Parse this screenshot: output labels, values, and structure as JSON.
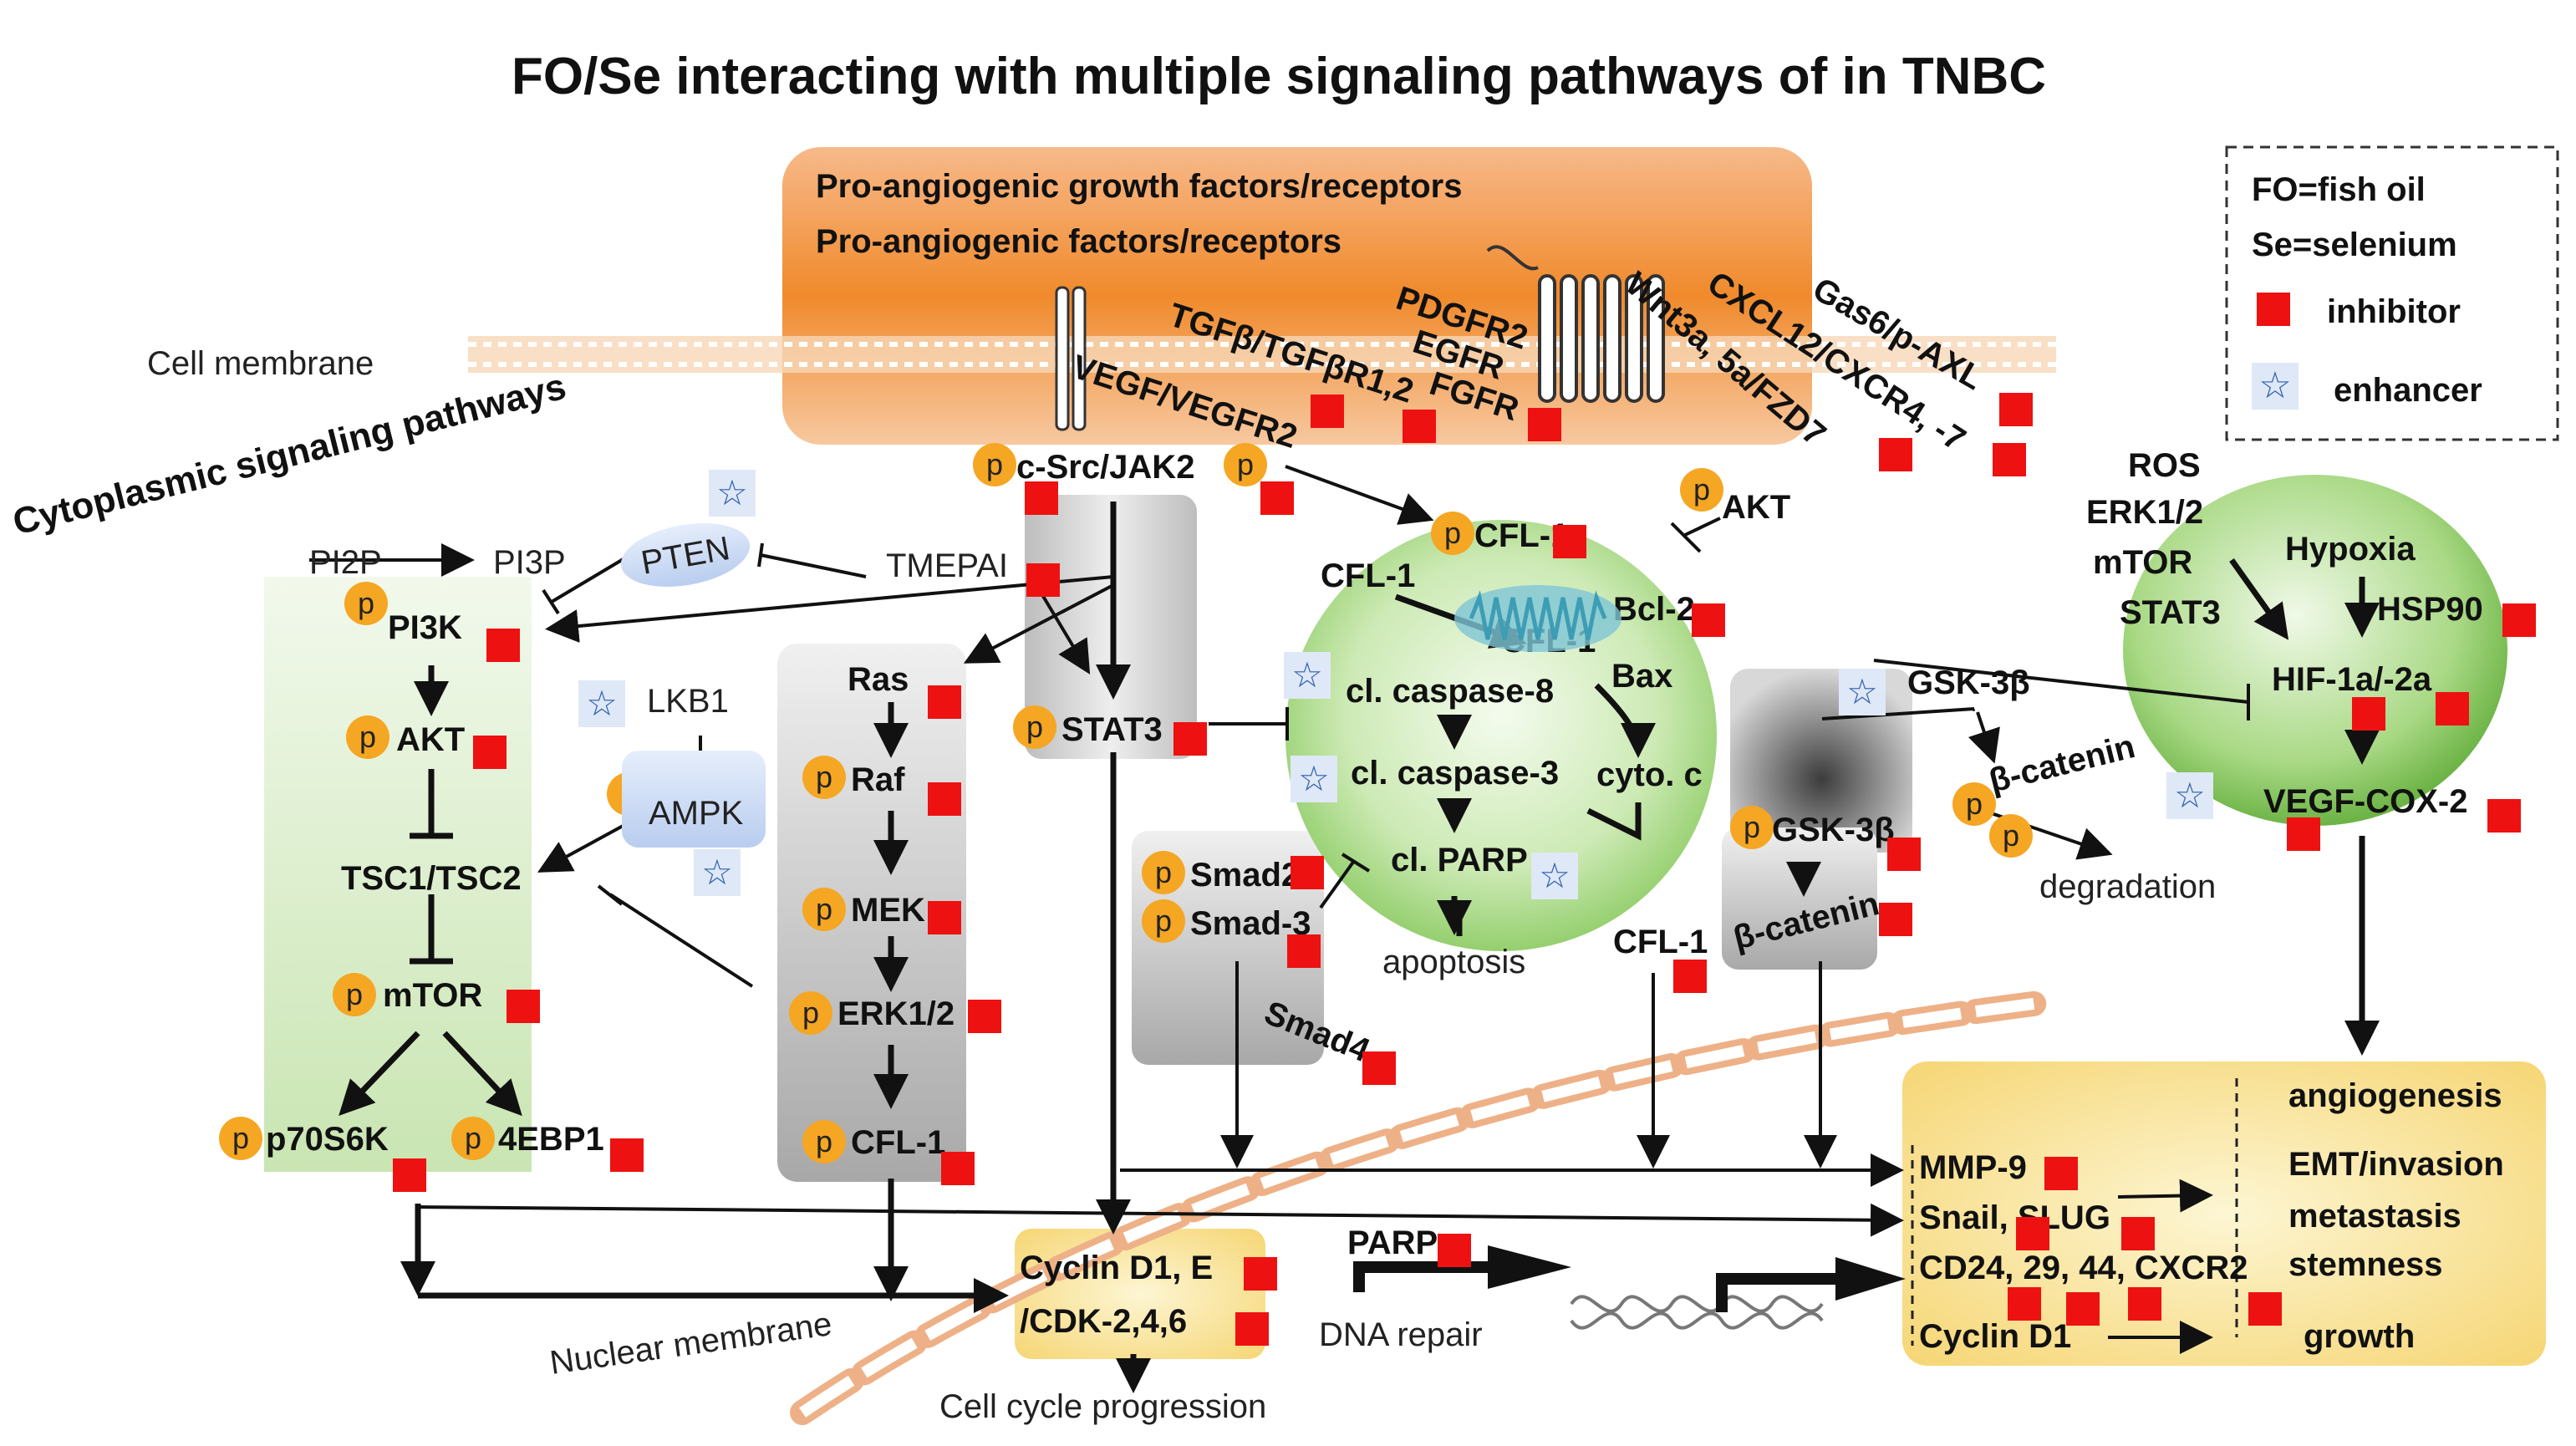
{
  "title": "FO/Se interacting with multiple signaling pathways of in TNBC",
  "legend": {
    "line1": "FO=fish oil",
    "line2": "Se=selenium",
    "inhibitor": "inhibitor",
    "enhancer": "enhancer"
  },
  "labels": {
    "cell_membrane": "Cell membrane",
    "cytoplasmic": "Cytoplasmic signaling pathways",
    "nuclear_membrane": "Nuclear membrane",
    "growth_factors": "Pro-angiogenic growth factors/receptors",
    "factors": "Pro-angiogenic factors/receptors",
    "vegf": "VEGF/VEGFR2",
    "tgfb": "TGFβ/TGFβR1,2",
    "pdgfr": "PDGFR2",
    "egfr": "EGFR",
    "fgfr": "FGFR",
    "wnt": "Wnt3a, 5a/FZD7",
    "cxcl": "CXCL12/CXCR4, -7",
    "gas6": "Gas6/p-AXL",
    "csrc": "c-Src/JAK2",
    "pi2p": "PI2P",
    "pi3p": "PI3P",
    "pten": "PTEN",
    "tmepai": "TMEPAI",
    "pi3k": "PI3K",
    "akt": "AKT",
    "tsc": "TSC1/TSC2",
    "mtor": "mTOR",
    "p70": "p70S6K",
    "ebp": "4EBP1",
    "lkb1": "LKB1",
    "ampk": "AMPK",
    "ras": "Ras",
    "raf": "Raf",
    "mek": "MEK",
    "erk": "ERK1/2",
    "cfl1_ras": "CFL-1",
    "stat3": "STAT3",
    "smad23a": "Smad2/",
    "smad23b": "Smad-3",
    "smad4": "Smad4",
    "pcfl1": "CFL-1",
    "cfl1_a": "CFL-1",
    "cfl1_b": "CFL-1",
    "akt2": "AKT",
    "bcl2": "Bcl-2",
    "bax": "Bax",
    "casp8": "cl. caspase-8",
    "casp3": "cl. caspase-3",
    "cytoc": "cyto. c",
    "parp": "cl. PARP",
    "apoptosis": "apoptosis",
    "cfl1_c": "CFL-1",
    "gsk_p": "GSK-3β",
    "bcat": "β-catenin",
    "gsk": "GSK-3β",
    "bcat_p": "β-catenin",
    "degradation": "degradation",
    "ros": "ROS",
    "erk_r": "ERK1/2",
    "mtor_r": "mTOR",
    "stat3_r": "STAT3",
    "hypoxia": "Hypoxia",
    "hsp90": "HSP90",
    "hif": "HIF-1a/-2a",
    "vegfcox": "VEGF-COX-2",
    "angio": "angiogenesis",
    "emt": "EMT/invasion",
    "metastasis": "metastasis",
    "stemness": "stemness",
    "growth": "growth",
    "mmp9": "MMP-9",
    "snail": "Snail, SLUG",
    "cd": "CD24, 29, 44, CXCR2",
    "cyclind1": "Cyclin D1",
    "cyclin": "Cyclin D1, E",
    "cdk": "/CDK-2,4,6",
    "ccp": "Cell cycle progression",
    "parp2": "PARP",
    "dnarepair": "DNA repair",
    "p": "p"
  },
  "colors": {
    "inhibitor": "#ee1111",
    "phospho": "#f5a623",
    "orange_box": "#f08a2c",
    "green": "#8fcf6a",
    "yellow": "#f9e08a"
  }
}
